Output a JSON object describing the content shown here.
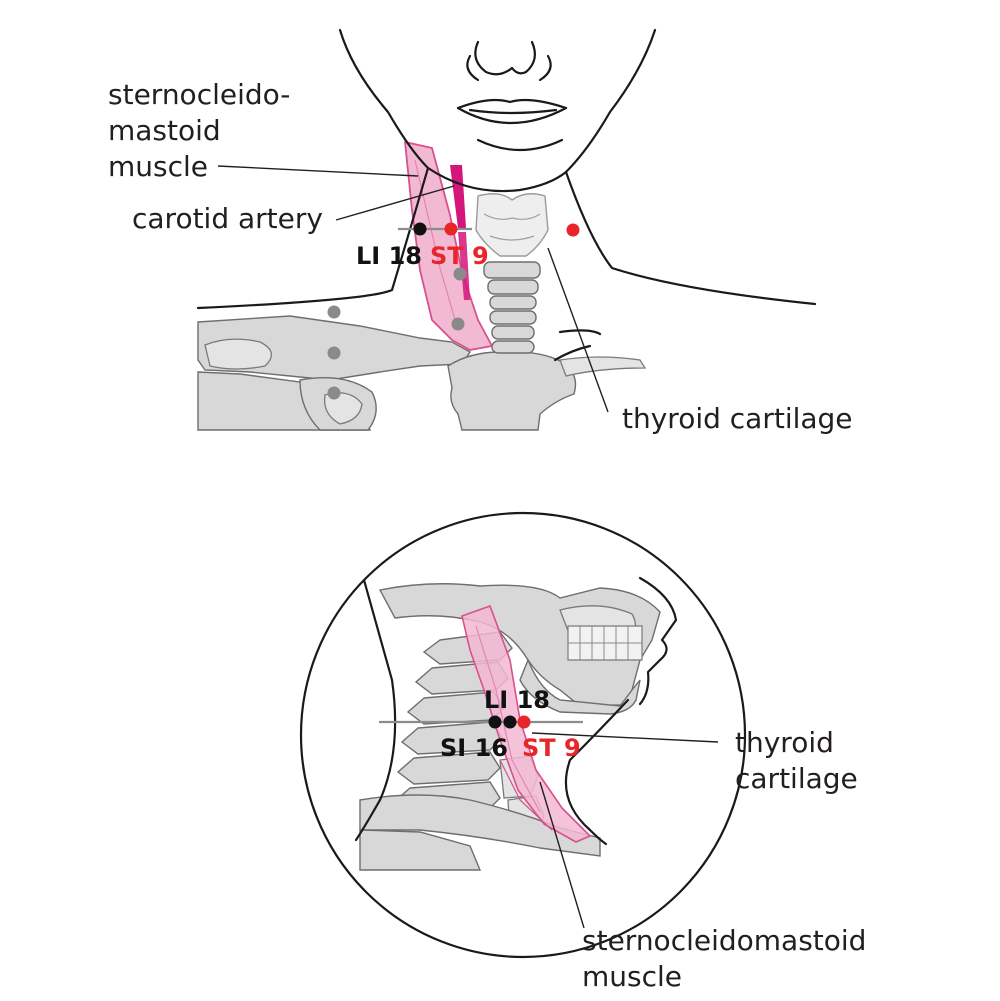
{
  "top_view": {
    "labels": {
      "scm_line1": "sternocleido-",
      "scm_line2": "mastoid",
      "scm_line3": "muscle",
      "carotid": "carotid artery",
      "thyroid": "thyroid cartilage"
    },
    "points": {
      "li18": "LI 18",
      "st9": "ST 9"
    }
  },
  "side_view": {
    "labels": {
      "thyroid_line1": "thyroid",
      "thyroid_line2": "cartilage",
      "scm_line1": "sternocleidomastoid",
      "scm_line2": "muscle"
    },
    "points": {
      "li18": "LI 18",
      "si16": "SI 16",
      "st9": "ST 9"
    }
  },
  "colors": {
    "acupoint_red": "#e8262a",
    "acupoint_black": "#111111",
    "acupoint_gray": "#8a8a8a",
    "muscle_pink": "#f2b9d3",
    "muscle_edge": "#d9508f",
    "artery_magenta": "#d4157a",
    "bone_gray": "#d8d8d8"
  }
}
